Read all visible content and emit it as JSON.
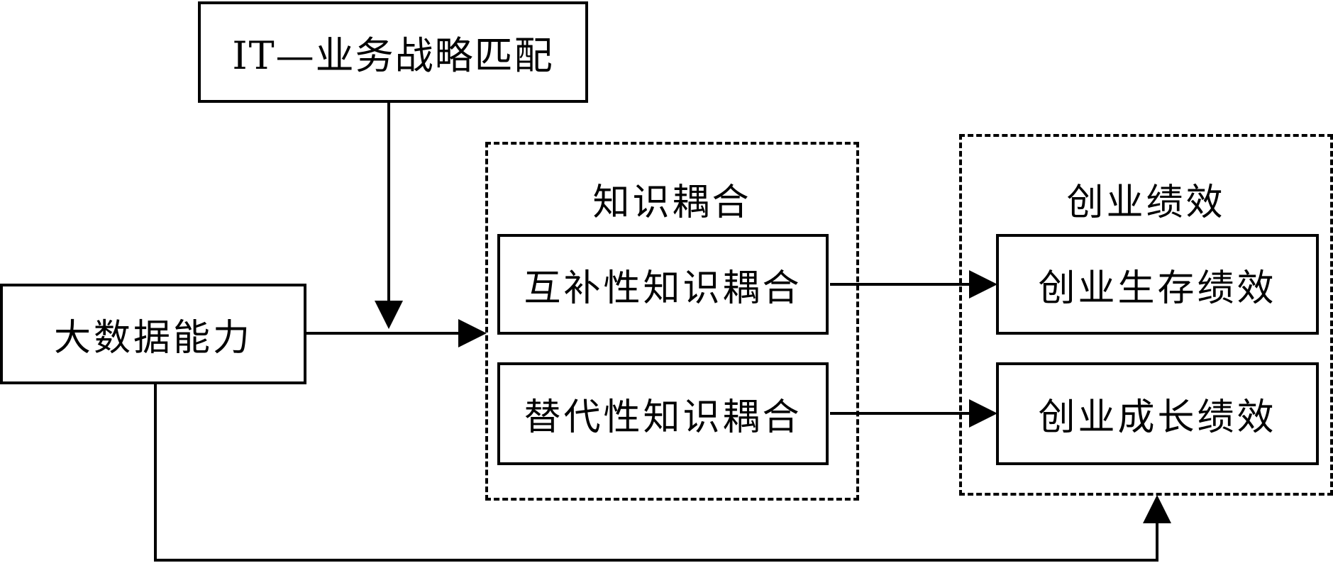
{
  "nodes": {
    "it_alignment": "IT—业务战略匹配",
    "big_data_capability": "大数据能力",
    "complementary_coupling": "互补性知识耦合",
    "substitutive_coupling": "替代性知识耦合",
    "survival_performance": "创业生存绩效",
    "growth_performance": "创业成长绩效"
  },
  "groups": {
    "knowledge_coupling": "知识耦合",
    "entrepreneurial_performance": "创业绩效"
  }
}
